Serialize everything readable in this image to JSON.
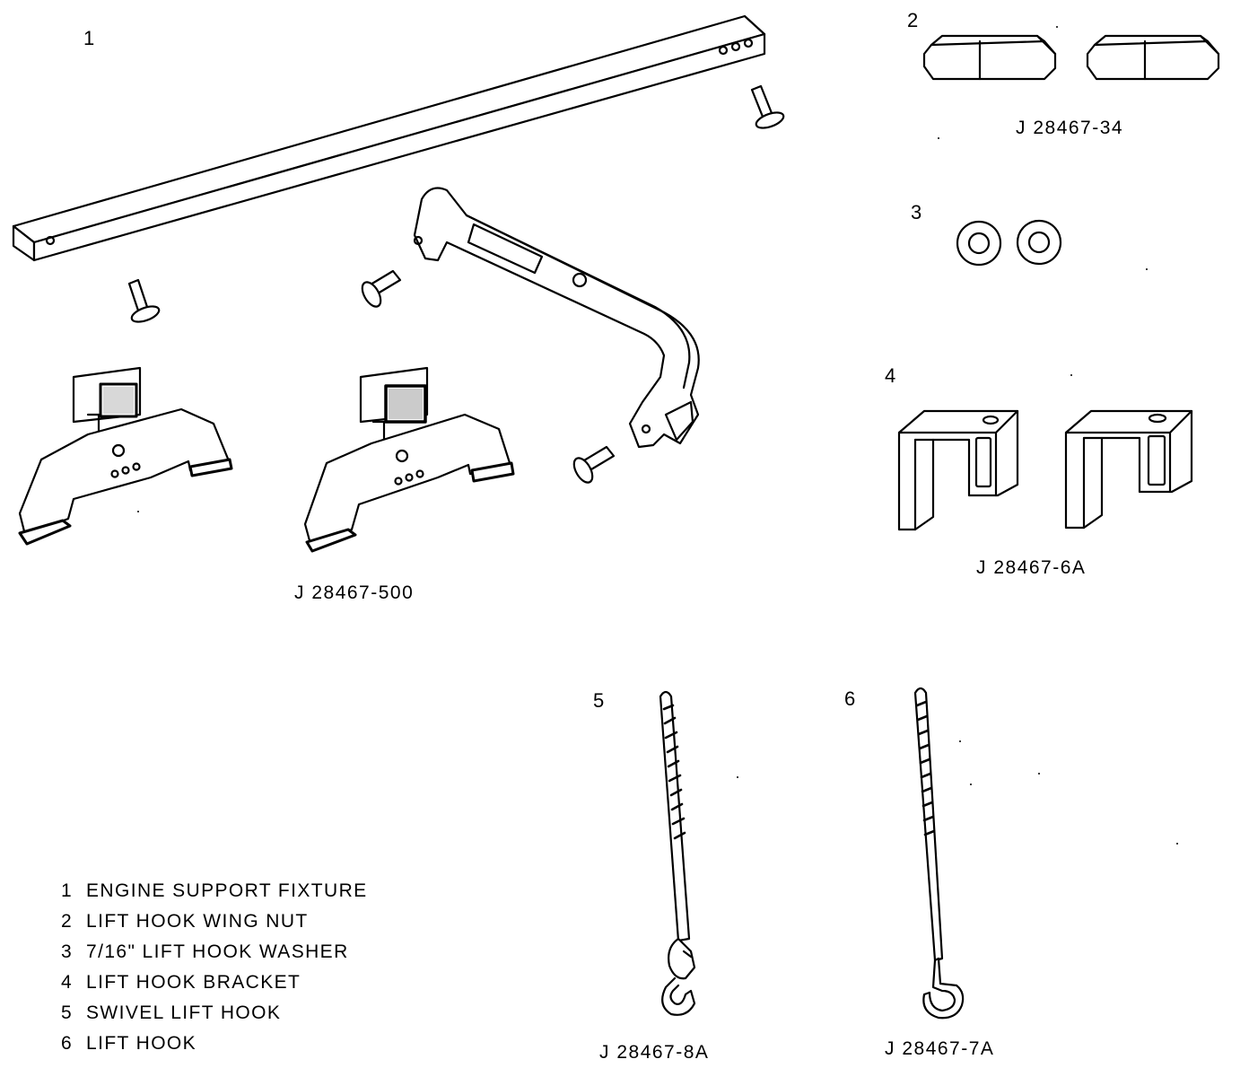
{
  "callouts": {
    "c1": "1",
    "c2": "2",
    "c3": "3",
    "c4": "4",
    "c5": "5",
    "c6": "6"
  },
  "part_numbers": {
    "fixture": "J 28467-500",
    "wing_nut": "J 28467-34",
    "bracket": "J 28467-6A",
    "swivel_hook": "J 28467-8A",
    "lift_hook": "J 28467-7A"
  },
  "legend": [
    {
      "num": "1",
      "text": "ENGINE SUPPORT FIXTURE"
    },
    {
      "num": "2",
      "text": "LIFT HOOK WING NUT"
    },
    {
      "num": "3",
      "text": "7/16\" LIFT HOOK WASHER"
    },
    {
      "num": "4",
      "text": "LIFT HOOK BRACKET"
    },
    {
      "num": "5",
      "text": "SWIVEL LIFT HOOK"
    },
    {
      "num": "6",
      "text": "LIFT HOOK"
    }
  ]
}
